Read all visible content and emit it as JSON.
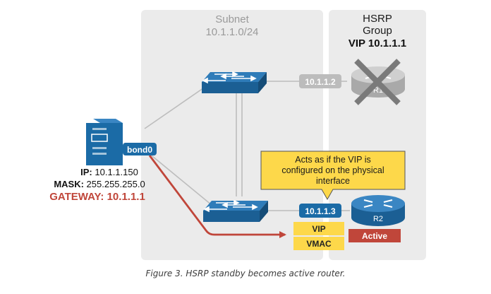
{
  "subnet": {
    "title": "Subnet",
    "network": "10.1.1.0/24"
  },
  "hsrp_group": {
    "title_line1": "HSRP",
    "title_line2": "Group",
    "vip_label": "VIP 10.1.1.1"
  },
  "router_r1": {
    "label": "R1",
    "ip_tag": "10.1.1.2",
    "state": "failed"
  },
  "router_r2": {
    "label": "R2",
    "ip_tag": "10.1.1.3",
    "vip_tag": "VIP",
    "vmac_tag": "VMAC",
    "status_badge": "Active"
  },
  "host": {
    "interface": "bond0",
    "ip_label": "IP:",
    "ip_value": "10.1.1.150",
    "mask_label": "MASK:",
    "mask_value": "255.255.255.0",
    "gateway_label": "GATEWAY:",
    "gateway_value": "10.1.1.1"
  },
  "callout": {
    "line1": "Acts as if the VIP is",
    "line2": "configured on the physical",
    "line3": "interface"
  },
  "caption": "Figure 3. HSRP standby becomes active router.",
  "colors": {
    "accent_blue": "#1b6ba6",
    "active_red": "#c0463a",
    "yellow": "#fdd84a",
    "panel_gray": "#ebebeb"
  }
}
